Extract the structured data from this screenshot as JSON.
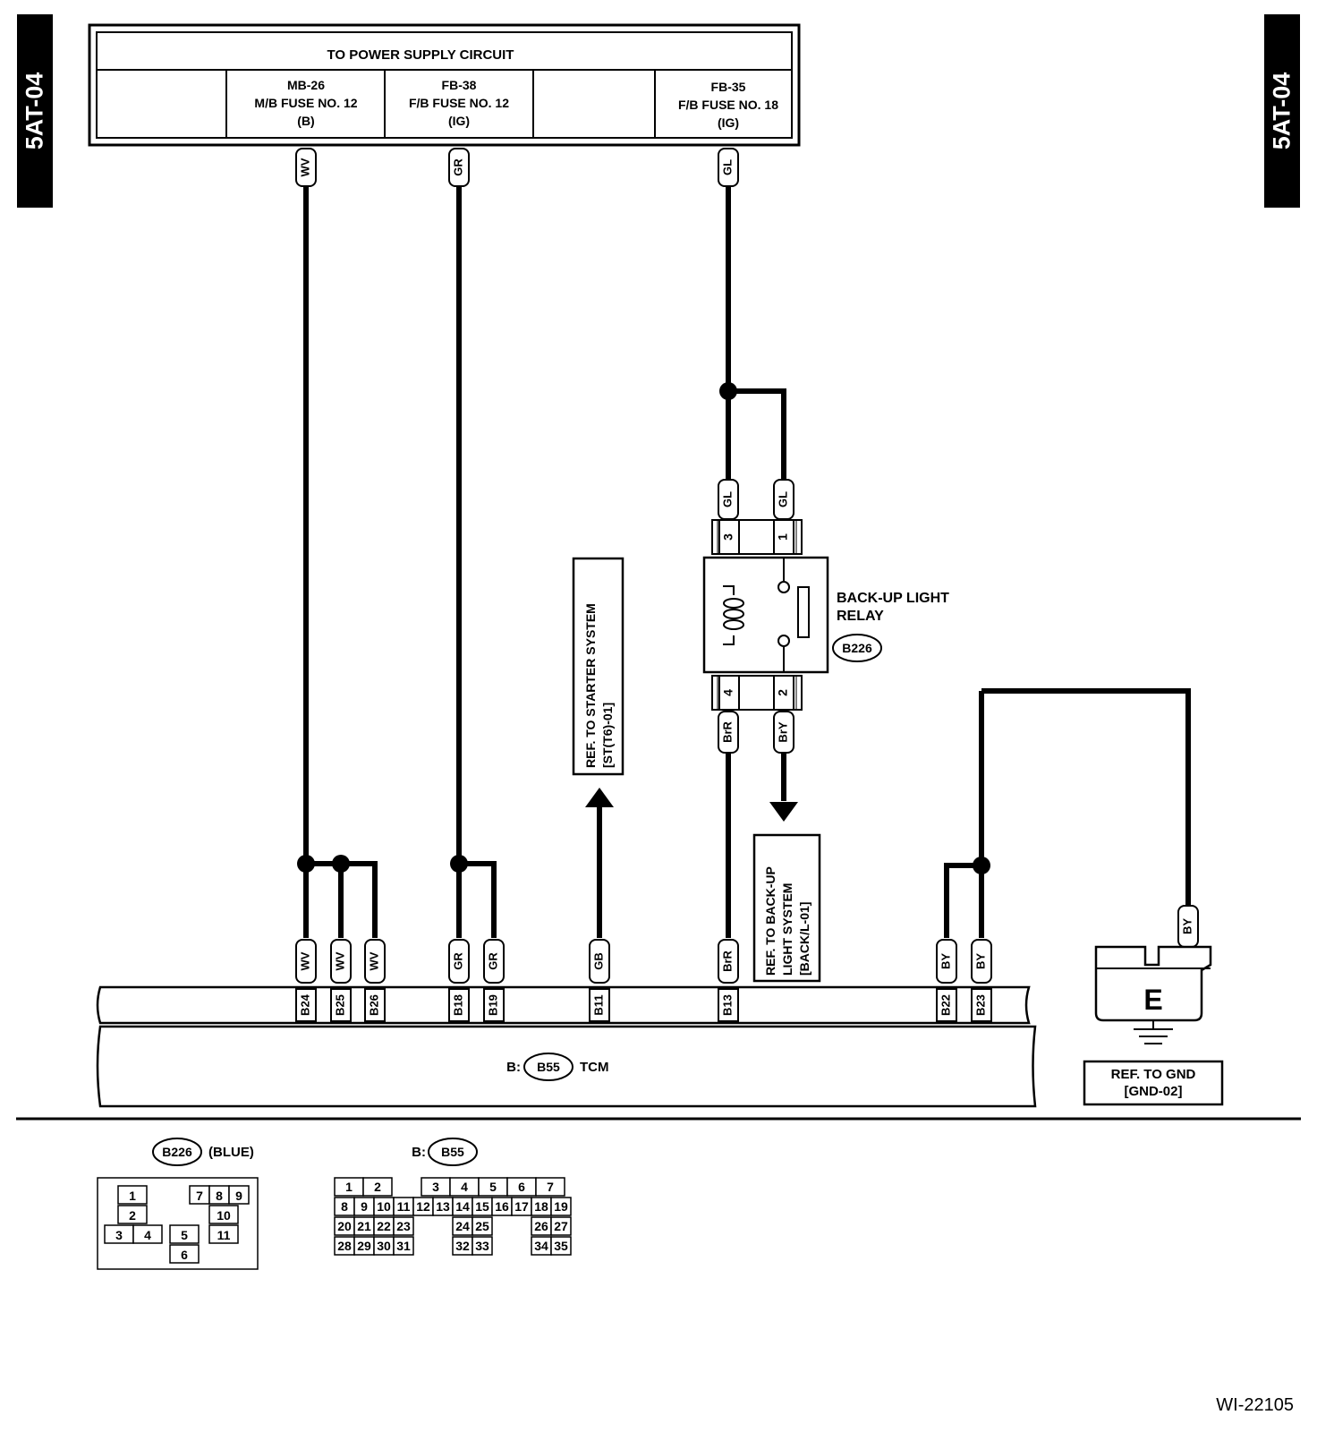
{
  "section_code": "5AT-04",
  "figure_id": "WI-22105",
  "power_supply": {
    "title": "TO POWER SUPPLY CIRCUIT",
    "fuses": [
      {
        "id": "MB-26",
        "name": "M/B FUSE NO. 12",
        "mode": "(B)"
      },
      {
        "id": "FB-38",
        "name": "F/B FUSE NO. 12",
        "mode": "(IG)"
      },
      {
        "id": "FB-35",
        "name": "F/B FUSE NO. 18",
        "mode": "(IG)"
      }
    ]
  },
  "wires": {
    "wv": "WV",
    "gr": "GR",
    "gl": "GL",
    "gb": "GB",
    "brr": "BrR",
    "bry": "BrY",
    "by": "BY"
  },
  "relay": {
    "title": "BACK-UP LIGHT",
    "title2": "RELAY",
    "connector": "B226",
    "pins": [
      "3",
      "1",
      "4",
      "2"
    ]
  },
  "refs": {
    "starter": {
      "line1": "REF. TO STARTER SYSTEM",
      "line2": "[ST(T6)-01]"
    },
    "backup": {
      "line1": "REF. TO BACK-UP",
      "line2": "LIGHT SYSTEM",
      "line3": "[BACK/L-01]"
    },
    "gnd": {
      "line1": "REF. TO GND",
      "line2": "[GND-02]"
    }
  },
  "ground_label": "E",
  "tcm": {
    "prefix": "B:",
    "connector": "B55",
    "name": "TCM",
    "pins": [
      "B24",
      "B25",
      "B26",
      "B18",
      "B19",
      "B11",
      "B13",
      "B22",
      "B23"
    ]
  },
  "legend": {
    "b226": {
      "connector": "B226",
      "color": "(BLUE)",
      "cells": [
        "1",
        "2",
        "3",
        "4",
        "5",
        "6",
        "7",
        "8",
        "9",
        "10",
        "11"
      ]
    },
    "b55": {
      "prefix": "B:",
      "connector": "B55",
      "row1": [
        "1",
        "2",
        "",
        "3",
        "4",
        "5",
        "6",
        "7"
      ],
      "row2": [
        "8",
        "9",
        "10",
        "11",
        "12",
        "13",
        "14",
        "15",
        "16",
        "17",
        "18",
        "19"
      ],
      "row3": [
        "20",
        "21",
        "22",
        "23",
        "24",
        "25",
        "26",
        "27"
      ],
      "row4": [
        "28",
        "29",
        "30",
        "31",
        "32",
        "33",
        "34",
        "35"
      ]
    }
  }
}
